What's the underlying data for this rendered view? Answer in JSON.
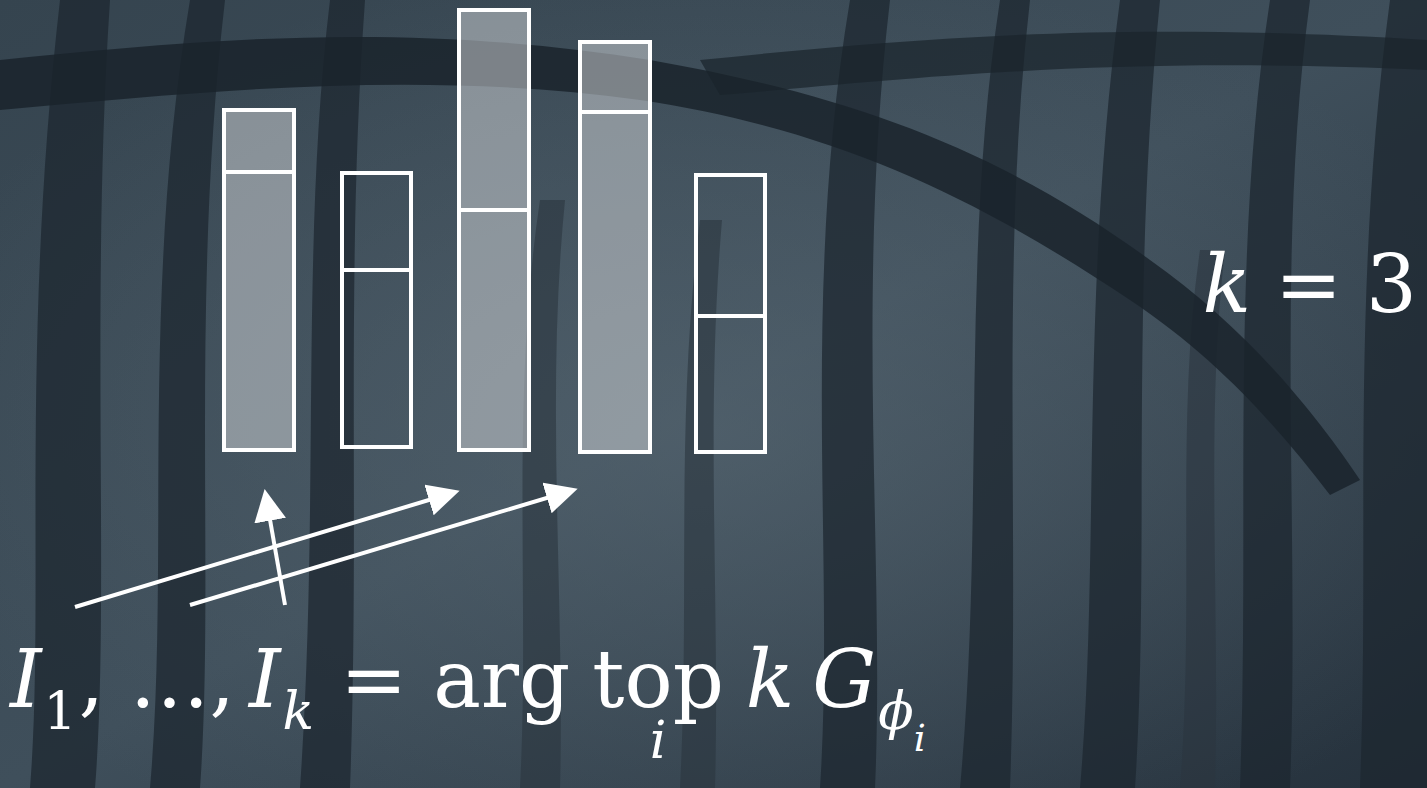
{
  "diagram": {
    "labels": [
      "I",
      "1",
      ", …,",
      "I",
      "k",
      "=",
      "arg",
      "top",
      "k",
      "G",
      "ϕ",
      "i",
      "i",
      "k",
      "=",
      "3"
    ]
  }
}
